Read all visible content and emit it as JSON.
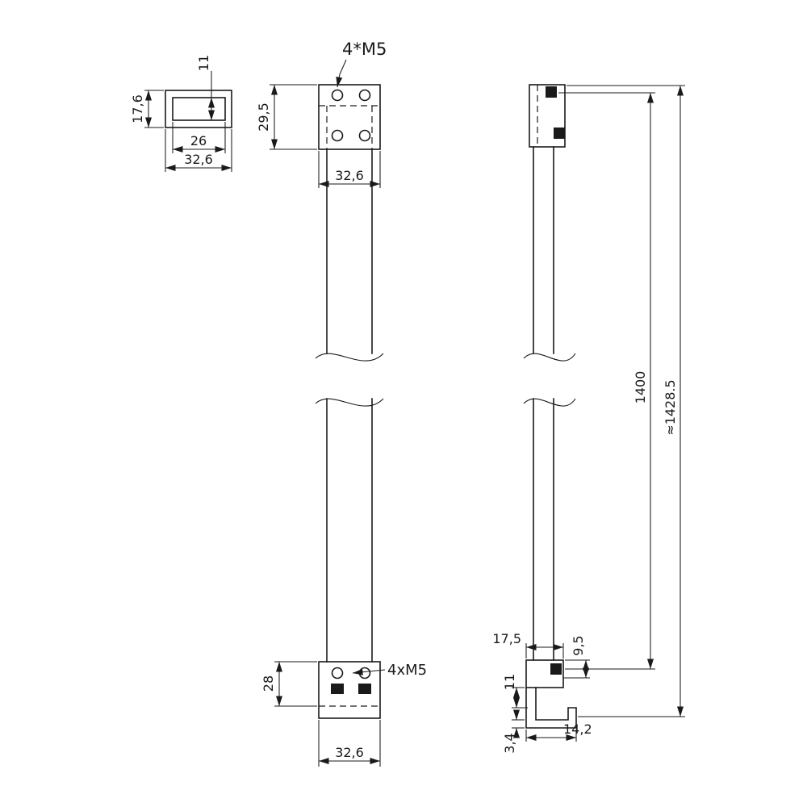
{
  "views": {
    "cross_section": {
      "outer_height": "17,6",
      "inner_height": "11",
      "inner_width": "26",
      "outer_width": "32,6"
    },
    "front": {
      "top_thread_label": "4*M5",
      "top_plate_height": "29,5",
      "top_plate_width": "32,6",
      "bottom_plate_height": "28",
      "bottom_thread_label": "4xM5",
      "bottom_plate_width": "32,6"
    },
    "side": {
      "bracket_width": "17,5",
      "screw_offset": "9,5",
      "mount_distance": "1400",
      "overall_length": "≈1428.5",
      "hook_opening": "11",
      "foot_thickness": "3,4",
      "foot_length": "14,2"
    }
  },
  "colors": {
    "line": "#1a1a1a",
    "background": "#ffffff"
  }
}
